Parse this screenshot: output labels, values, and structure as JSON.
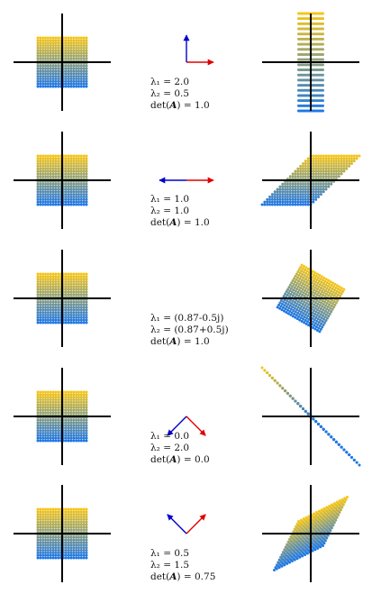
{
  "colors": {
    "top": "#f5c518",
    "bottom": "#1f78e6",
    "axis": "#000000",
    "eigen_1": "#e00000",
    "eigen_2": "#0000cc"
  },
  "rows": [
    {
      "matrix": [
        [
          0.5,
          0
        ],
        [
          0,
          2
        ]
      ],
      "eigen_1": [
        1,
        0
      ],
      "eigen_2": [
        0,
        1
      ],
      "labels": {
        "l1": "λ₁ = 2.0",
        "l2": "λ₂ = 0.5",
        "det_prefix": "det(",
        "det_mat": "A",
        "det_suffix": ") = 1.0"
      }
    },
    {
      "matrix": [
        [
          1,
          1
        ],
        [
          0,
          1
        ]
      ],
      "eigen_1": [
        1,
        0
      ],
      "eigen_2": [
        -1,
        0
      ],
      "labels": {
        "l1": "λ₁ = 1.0",
        "l2": "λ₂ = 1.0",
        "det_prefix": "det(",
        "det_mat": "A",
        "det_suffix": ") = 1.0"
      }
    },
    {
      "matrix": [
        [
          0.866,
          0.5
        ],
        [
          -0.5,
          0.866
        ]
      ],
      "eigen_1": null,
      "eigen_2": null,
      "labels": {
        "l1": "λ₁ = (0.87-0.5j)",
        "l2": "λ₂ = (0.87+0.5j)",
        "det_prefix": "det(",
        "det_mat": "A",
        "det_suffix": ") = 1.0"
      }
    },
    {
      "matrix": [
        [
          1,
          -1
        ],
        [
          -1,
          1
        ]
      ],
      "eigen_1": [
        0.707,
        -0.707
      ],
      "eigen_2": [
        -0.707,
        -0.707
      ],
      "labels": {
        "l1": "λ₁ = 0.0",
        "l2": "λ₂ = 2.0",
        "det_prefix": "det(",
        "det_mat": "A",
        "det_suffix": ") = 0.0"
      }
    },
    {
      "matrix": [
        [
          1,
          0.5
        ],
        [
          0.5,
          1
        ]
      ],
      "eigen_1": [
        0.707,
        0.707
      ],
      "eigen_2": [
        -0.707,
        0.707
      ],
      "labels": {
        "l1": "λ₁ = 0.5",
        "l2": "λ₂ = 1.5",
        "det_prefix": "det(",
        "det_mat": "A",
        "det_suffix": ") = 0.75"
      }
    }
  ]
}
